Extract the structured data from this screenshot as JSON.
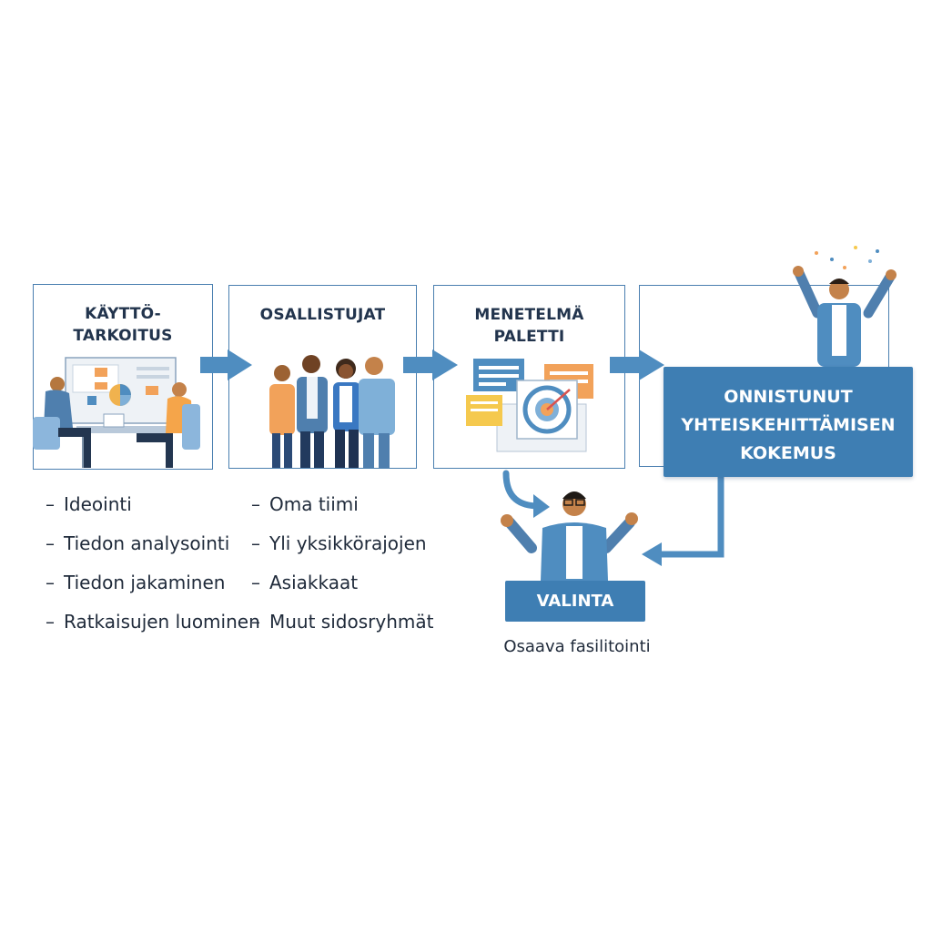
{
  "steps": [
    {
      "title_lines": [
        "KÄYTTÖ-",
        "TARKOITUS"
      ]
    },
    {
      "title_lines": [
        "OSALLISTUJAT"
      ]
    },
    {
      "title_lines": [
        "MENETELMÄ",
        "PALETTI"
      ]
    }
  ],
  "result": {
    "lines": [
      "ONNISTUNUT",
      "YHTEISKEHITTÄMISEN",
      "KOKEMUS"
    ]
  },
  "purpose_list": [
    "Ideointi",
    "Tiedon analysointi",
    "Tiedon jakaminen",
    "Ratkaisujen luominen"
  ],
  "participant_list": [
    "Oma tiimi",
    "Yli yksikkörajojen",
    "Asiakkaat",
    "Muut sidosryhmät"
  ],
  "list_marker": "–",
  "selection": {
    "label": "VALINTA",
    "caption": "Osaava fasilitointi"
  },
  "colors": {
    "accent": "#3e7eb3",
    "border": "#4a7fb0",
    "arrow": "#4f8dc0",
    "text": "#22344d"
  },
  "icons": [
    "meeting-illustration",
    "group-people-illustration",
    "method-cards-illustration",
    "celebrating-person-illustration",
    "facilitator-person-illustration"
  ]
}
